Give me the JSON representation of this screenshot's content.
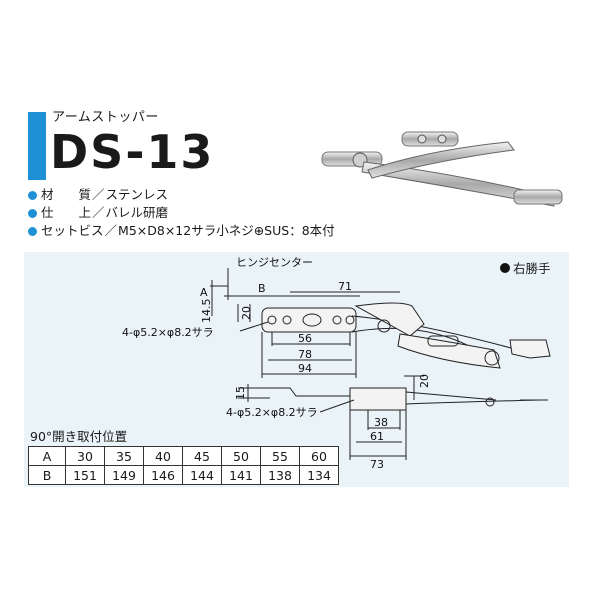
{
  "header": {
    "subtitle": "アームストッパー",
    "model": "DS-13"
  },
  "specs": [
    {
      "label": "材　　質",
      "value": "ステンレス"
    },
    {
      "label": "仕　　上",
      "value": "バレル研磨"
    },
    {
      "label": "セットビス",
      "value": "M5×D8×12サラ小ネジ⊕SUS：8本付"
    }
  ],
  "drawing": {
    "handedness": "右勝手",
    "hinge_center_label": "ヒンジセンター",
    "dim_A": "A",
    "dim_B": "B",
    "dim_71": "71",
    "dim_14_5": "14.5",
    "dim_20_top": "20",
    "holes_top": "4-φ5.2×φ8.2サラ",
    "dim_56": "56",
    "dim_78": "78",
    "dim_94": "94",
    "dim_15": "15",
    "dim_20_side": "20",
    "holes_side": "4-φ5.2×φ8.2サラ",
    "dim_38": "38",
    "dim_61": "61",
    "dim_73": "73"
  },
  "table": {
    "title": "90°開き取付位置",
    "rows": [
      {
        "head": "A",
        "values": [
          "30",
          "35",
          "40",
          "45",
          "50",
          "55",
          "60"
        ]
      },
      {
        "head": "B",
        "values": [
          "151",
          "149",
          "146",
          "144",
          "141",
          "138",
          "134"
        ]
      }
    ]
  },
  "colors": {
    "accent": "#1e90d6",
    "panel": "#e9f3f8"
  }
}
